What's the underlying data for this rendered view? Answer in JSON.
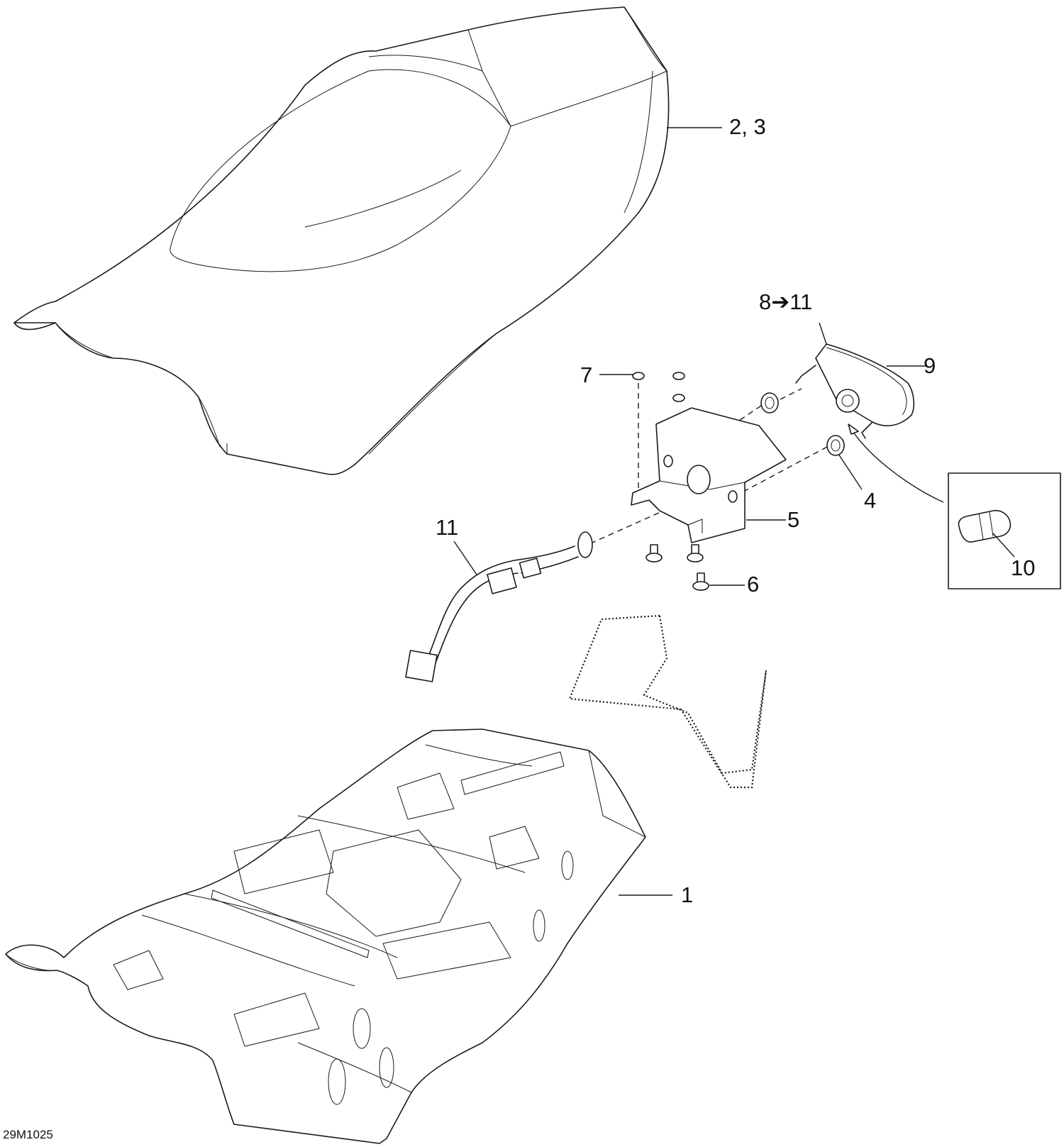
{
  "callouts": {
    "seat": "2, 3",
    "taillight_group": "8➔11",
    "bracket_screw_washer": "7",
    "lens": "9",
    "grommet": "4",
    "bracket": "5",
    "harness": "11",
    "screw": "6",
    "bulb": "10",
    "seat_base": "1"
  },
  "figure_code": "29M1025"
}
